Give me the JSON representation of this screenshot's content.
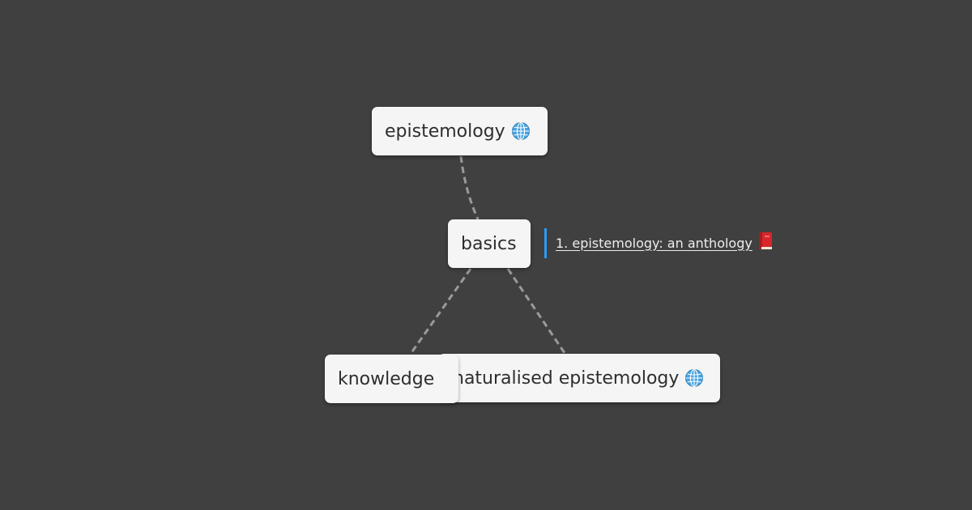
{
  "nodes": {
    "epistemology": {
      "label": "epistemology",
      "icon": "globe-icon"
    },
    "basics": {
      "label": "basics"
    },
    "naturalised": {
      "label": "naturalised epistemology",
      "icon": "globe-icon"
    },
    "knowledge": {
      "label": "knowledge"
    }
  },
  "resource": {
    "label": "1. epistemology: an anthology ",
    "icon": "book-icon",
    "accent_color": "#2b9bf4"
  },
  "colors": {
    "background": "#404040",
    "node_fill": "#f5f5f5",
    "edge": "#9a9a9a"
  }
}
